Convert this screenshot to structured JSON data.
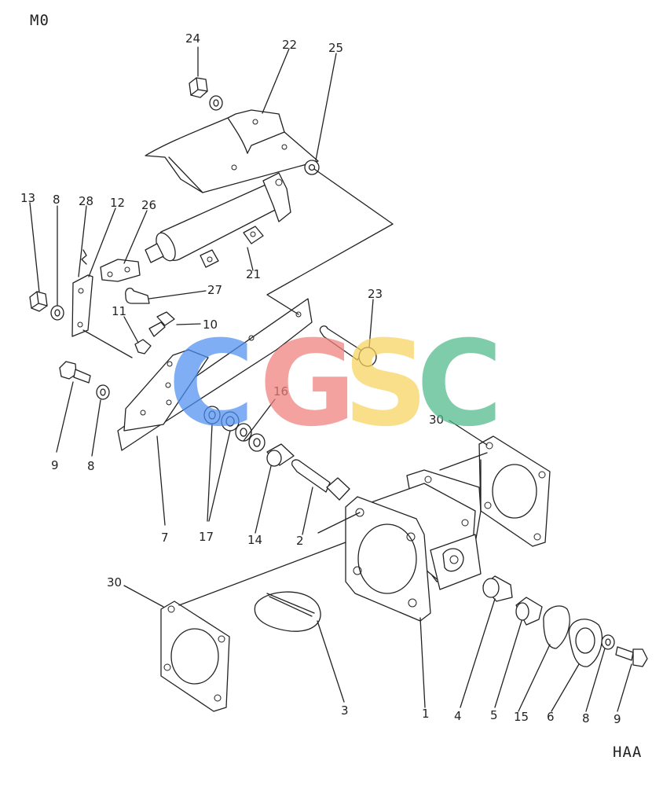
{
  "corners": {
    "top_left": "M0",
    "bottom_right": "HAA"
  },
  "watermark": {
    "letters": [
      "C",
      "G",
      "S",
      "C"
    ],
    "colors": [
      "#4f8ff2",
      "#f07f7c",
      "#f7d35c",
      "#4fb98c"
    ]
  },
  "labels": {
    "p1": "1",
    "p2": "2",
    "p3": "3",
    "p4": "4",
    "p5": "5",
    "p6": "6",
    "p7": "7",
    "p8a": "8",
    "p8b": "8",
    "p8c": "8",
    "p9a": "9",
    "p9b": "9",
    "p10": "10",
    "p11": "11",
    "p12": "12",
    "p13": "13",
    "p14": "14",
    "p15": "15",
    "p16": "16",
    "p17": "17",
    "p21": "21",
    "p22": "22",
    "p23": "23",
    "p24": "24",
    "p25": "25",
    "p26": "26",
    "p27": "27",
    "p28": "28",
    "p30a": "30",
    "p30b": "30"
  }
}
